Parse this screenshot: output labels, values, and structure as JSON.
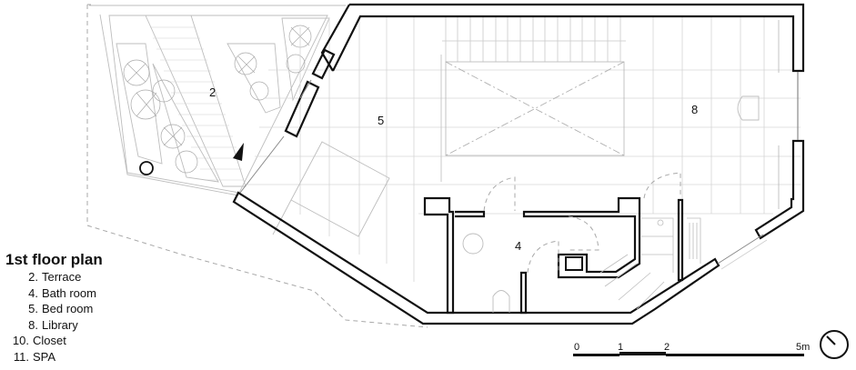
{
  "legend": {
    "title": "1st floor plan",
    "items": [
      {
        "num": "2.",
        "label": "Terrace"
      },
      {
        "num": "4.",
        "label": "Bath room"
      },
      {
        "num": "5.",
        "label": "Bed room"
      },
      {
        "num": "8.",
        "label": "Library"
      },
      {
        "num": "10.",
        "label": "Closet"
      },
      {
        "num": "11.",
        "label": "SPA"
      }
    ]
  },
  "rooms": [
    {
      "id": "terrace",
      "label": "2"
    },
    {
      "id": "bathroom",
      "label": "4"
    },
    {
      "id": "bedroom",
      "label": "5"
    },
    {
      "id": "library",
      "label": "8"
    }
  ],
  "scale_bar": {
    "ticks": [
      "0",
      "1",
      "2",
      "5m"
    ]
  },
  "north_arrow": {
    "icon": "north-arrow-icon"
  },
  "colors": {
    "wall": "#111111",
    "grid": "#d6d6d6",
    "background": "#ffffff"
  }
}
